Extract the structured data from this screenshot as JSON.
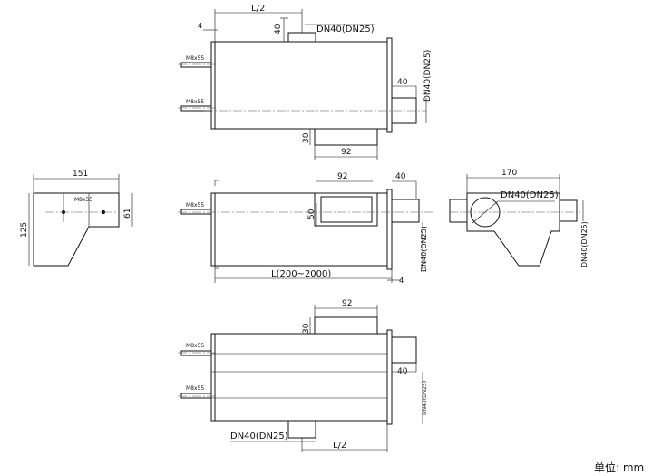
{
  "dims": {
    "half_len": "L/2",
    "four": "4",
    "forty": "40",
    "thirty": "30",
    "ninety_two": "92",
    "fifty": "50",
    "sixty_one": "61",
    "one_fifty_one": "151",
    "one_twenty_five": "125",
    "one_seventy": "170",
    "length_range": "L(200~2000)",
    "pipe_spec": "DN40(DN25)",
    "thread_spec": "M8x55"
  },
  "unit_label": "单位: mm"
}
